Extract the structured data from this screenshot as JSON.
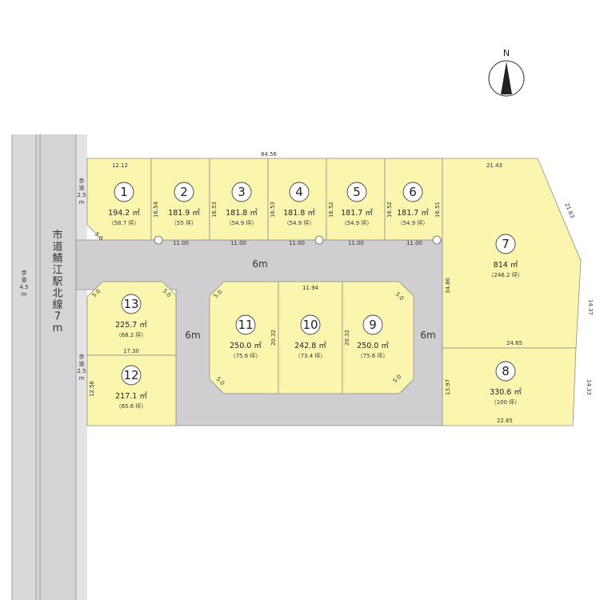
{
  "colors": {
    "lot_fill": "#fbf6ae",
    "lot_stroke": "#8c8c8c",
    "road_fill": "#cfcfd1",
    "street_fill": "#d4d4d6"
  },
  "compass": {
    "north_label": "N"
  },
  "street": {
    "name_chars": [
      "市",
      "道",
      "鯖",
      "江",
      "駅",
      "北",
      "線",
      "7",
      "m"
    ]
  },
  "sidewalk_left": {
    "chars": [
      "歩",
      "道",
      "4.5",
      "m"
    ]
  },
  "sidewalk_right_top": {
    "chars": [
      "歩",
      "道",
      "2.5",
      "m"
    ]
  },
  "sidewalk_right_bottom": {
    "chars": [
      "歩",
      "道",
      "2.5",
      "m"
    ]
  },
  "roads": {
    "top": "6m",
    "left": "6m",
    "right": "6m"
  },
  "dimensions": {
    "total_top": "84.56",
    "lot1_top": "12.12",
    "lot1_right": "16.54",
    "lot2_right": "16.53",
    "lot3_right": "16.53",
    "lot5_left": "16.52",
    "lot6_left": "16.52",
    "lot6_right": "16.51",
    "bottom_11_a": "11.00",
    "bottom_11_b": "11.00",
    "bottom_11_c": "11.00",
    "bottom_11_d": "11.00",
    "bottom_11_e": "11.00",
    "lot1_corner": "5.0",
    "lot7_top": "21.43",
    "lot7_diag": "21.63",
    "lot7_left": "34.86",
    "lot7_right": "14.37",
    "lot8_top": "24.65",
    "lot8_left": "13.97",
    "lot8_right": "14.33",
    "lot8_bottom": "22.65",
    "lot13_c1": "5.0",
    "lot13_c2": "5.0",
    "lot13_bottom": "17.30",
    "lot12_left": "12.56",
    "center_top": "11.94",
    "lot11_c1": "5.0",
    "lot11_c2": "5.0",
    "lot11_right": "20.32",
    "lot9_left": "20.32",
    "lot9_c1": "5.0",
    "lot9_c2": "5.0"
  },
  "lots": [
    {
      "num": "1",
      "area": "194.2 ㎡",
      "tsubo": "（58.7 坪）"
    },
    {
      "num": "2",
      "area": "181.9 ㎡",
      "tsubo": "（55 坪）"
    },
    {
      "num": "3",
      "area": "181.8 ㎡",
      "tsubo": "（54.9 坪）"
    },
    {
      "num": "4",
      "area": "181.8 ㎡",
      "tsubo": "（54.9 坪）"
    },
    {
      "num": "5",
      "area": "181.7 ㎡",
      "tsubo": "（54.9 坪）"
    },
    {
      "num": "6",
      "area": "181.7 ㎡",
      "tsubo": "（54.9 坪）"
    },
    {
      "num": "7",
      "area": "814 ㎡",
      "tsubo": "（246.2 坪）"
    },
    {
      "num": "8",
      "area": "330.6 ㎡",
      "tsubo": "（100 坪）"
    },
    {
      "num": "9",
      "area": "250.0 ㎡",
      "tsubo": "（75.6 坪）"
    },
    {
      "num": "10",
      "area": "242.8 ㎡",
      "tsubo": "（73.4 坪）"
    },
    {
      "num": "11",
      "area": "250.0 ㎡",
      "tsubo": "（75.6 坪）"
    },
    {
      "num": "12",
      "area": "217.1 ㎡",
      "tsubo": "（65.6 坪）"
    },
    {
      "num": "13",
      "area": "225.7 ㎡",
      "tsubo": "（68.2 坪）"
    }
  ]
}
